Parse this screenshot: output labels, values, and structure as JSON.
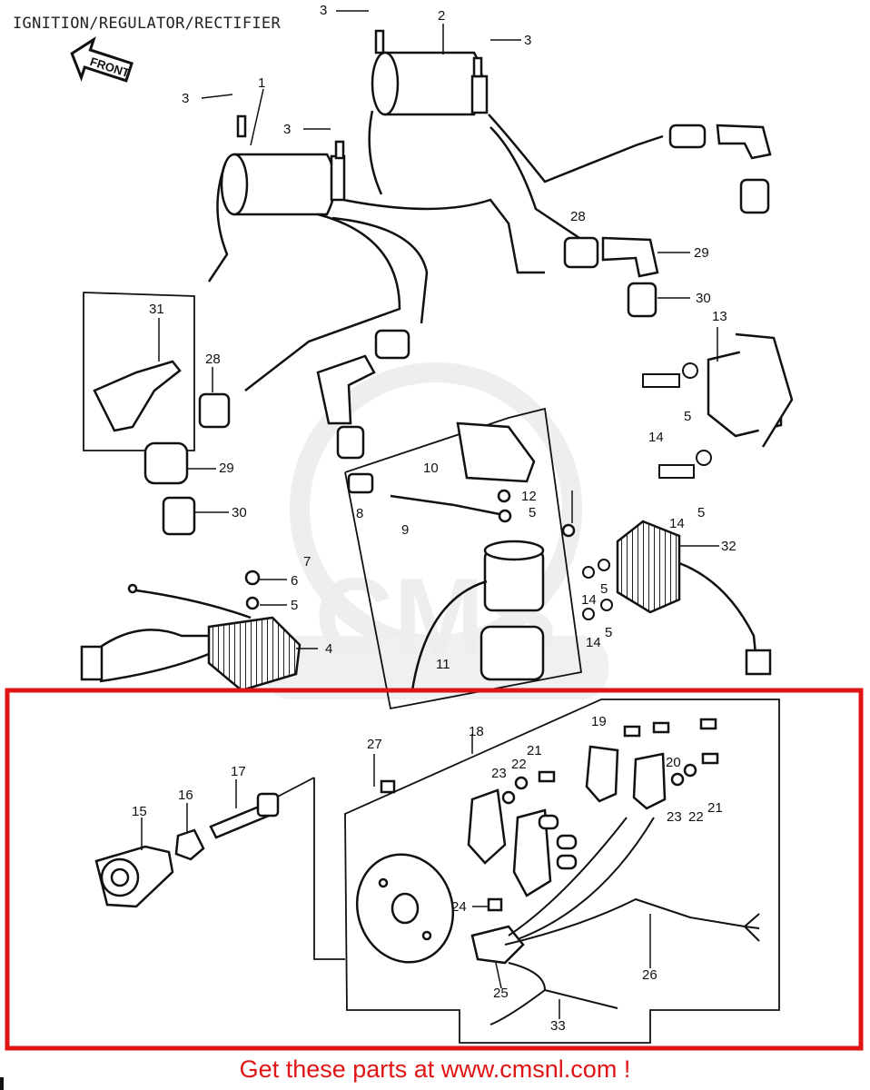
{
  "header": {
    "title": "IGNITION/REGULATOR/RECTIFIER"
  },
  "front_arrow": {
    "label": "FRONT"
  },
  "callouts": [
    "1",
    "2",
    "3",
    "3",
    "3",
    "3",
    "4",
    "5",
    "5",
    "5",
    "5",
    "5",
    "5",
    "6",
    "7",
    "8",
    "9",
    "10",
    "11",
    "12",
    "13",
    "14",
    "14",
    "14",
    "14",
    "15",
    "16",
    "17",
    "18",
    "19",
    "20",
    "21",
    "21",
    "22",
    "22",
    "23",
    "23",
    "24",
    "25",
    "26",
    "27",
    "28",
    "28",
    "29",
    "29",
    "30",
    "30",
    "31",
    "32",
    "33"
  ],
  "highlight": {
    "color": "#e01414"
  },
  "watermark": {
    "text": "CMS"
  },
  "footer": {
    "text": "Get these parts at www.cmsnl.com !"
  }
}
